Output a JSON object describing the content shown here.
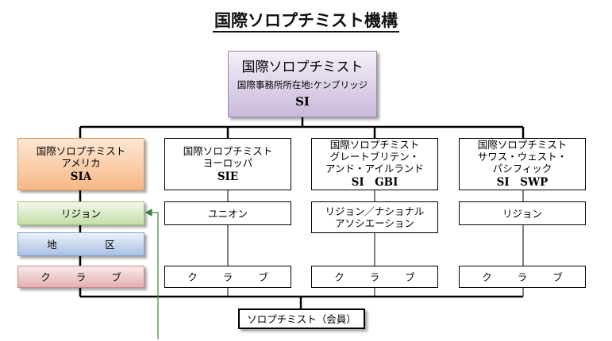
{
  "title": "国際ソロプチミスト機構",
  "si": {
    "name": "国際ソロプチミスト",
    "hq": "国際事務所所在地:ケンブリッジ",
    "code": "SI"
  },
  "federations": [
    {
      "lines": [
        "国際ソロプチミスト",
        "アメリカ"
      ],
      "code": "SIA"
    },
    {
      "lines": [
        "国際ソロプチミスト",
        "ヨーロッパ"
      ],
      "code": "SIE"
    },
    {
      "lines": [
        "国際ソロプチミスト",
        "グレートブリテン・",
        "アンド・アイルランド"
      ],
      "code": "SI　GBI"
    },
    {
      "lines": [
        "国際ソロプチミスト",
        "サワス・ウェスト・",
        "パシフィック"
      ],
      "code": "SI　SWP"
    }
  ],
  "levels": {
    "region": "リジョン",
    "district": "地　区",
    "club": "ク ラ ブ",
    "union": "ユニオン",
    "region_national_1": "リジョン／ナショナル",
    "region_national_2": "アソシエーション",
    "member": "ソロプチミスト（会員）"
  },
  "colors": {
    "si_fill": "#c9b9da",
    "sia_fill": "#f7b887",
    "region_fill": "#c4dfa8",
    "district_fill": "#aac1e3",
    "club_fill": "#e3b0b0",
    "arrow": "#3a8a3a"
  }
}
